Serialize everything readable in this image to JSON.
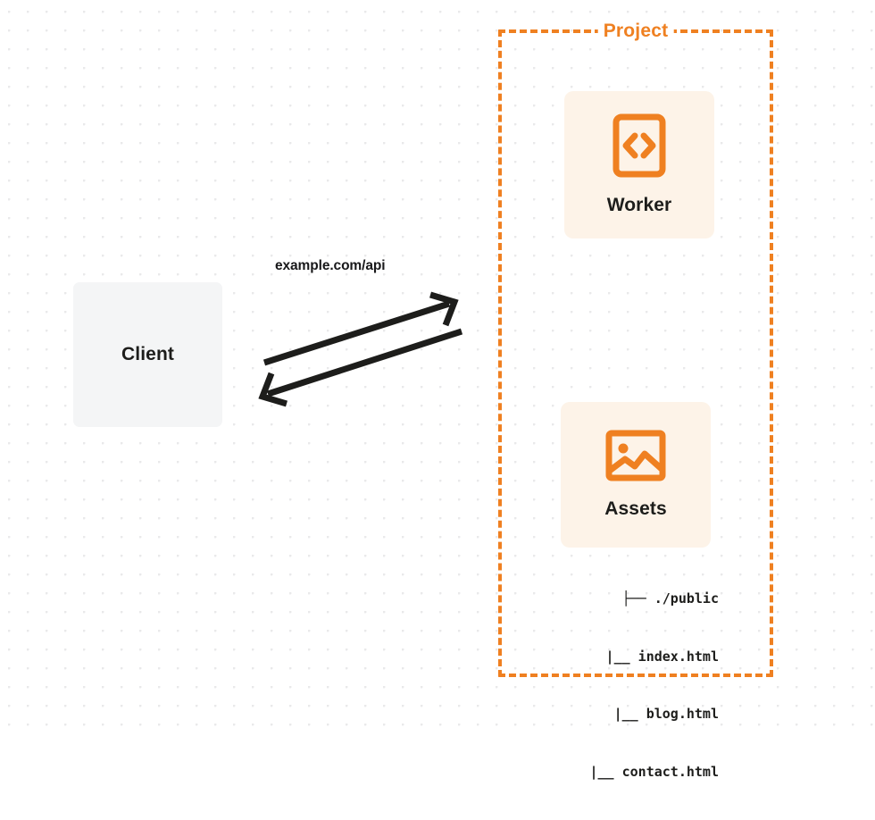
{
  "diagram": {
    "colors": {
      "accent_orange": "#ef8021",
      "card_background": "#fdf3e8",
      "client_background": "#f4f5f6",
      "text_dark": "#1d1d1b",
      "dot_grid": "#e9e9ea"
    },
    "client": {
      "label": "Client"
    },
    "connection": {
      "label": "example.com/api",
      "request_arrow": "arrow-right",
      "response_arrow": "arrow-left"
    },
    "project": {
      "title": "Project",
      "cards": [
        {
          "label": "Worker",
          "icon": "code-brackets-icon"
        },
        {
          "label": "Assets",
          "icon": "image-icon"
        }
      ],
      "file_tree": [
        "├── ./public",
        "   |__ index.html",
        "   |__ blog.html",
        "|__ contact.html"
      ]
    }
  }
}
